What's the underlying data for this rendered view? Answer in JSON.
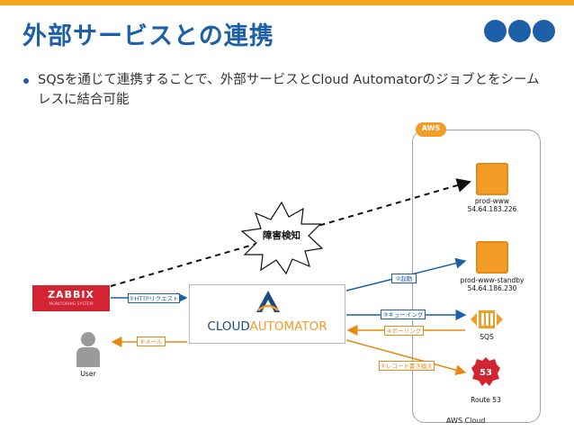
{
  "header": {
    "title": "外部サービスとの連携"
  },
  "bullet": {
    "text": "SQSを通じて連携することで、外部サービスとCloud Automatorのジョブとをシームレスに結合可能"
  },
  "diagram": {
    "aws_tag": "AWS",
    "aws_cloud_label": "AWS Cloud",
    "burst_label": "障害検知",
    "zabbix": {
      "name": "ZABBIX",
      "subtitle": "MONITORING SYSTEM"
    },
    "cloudautomator": {
      "part1": "CLOUD",
      "part2": "AUTOMATOR"
    },
    "user_label": "User",
    "servers": [
      {
        "name": "prod-www",
        "ip": "54.64.183.226"
      },
      {
        "name": "prod-www-standby",
        "ip": "54.64.186.230"
      }
    ],
    "sqs_label": "SQS",
    "route53_label": "Route 53",
    "steps": {
      "http_request": "①HTTPリクエスト",
      "boot": "②起動",
      "queueing": "③キューイング",
      "polling": "④ポーリング",
      "record_update": "⑤レコード書き換え",
      "mail": "⑥メール"
    }
  },
  "colors": {
    "title": "#1d5fa8",
    "accent_bar": "#f5a623",
    "aws_orange": "#f39c26",
    "zabbix_red": "#d22431",
    "flow_blue": "#1d5fa8",
    "flow_orange": "#e58a14"
  }
}
